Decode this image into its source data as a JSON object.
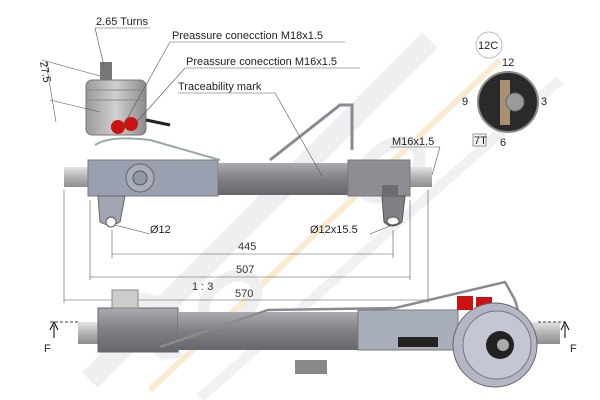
{
  "labels": {
    "turns": "2.65 Turns",
    "pinion_height": "27.5",
    "pressure_m18": "Preassure conecction M18x1.5",
    "pressure_m16": "Preassure conecction M16x1.5",
    "traceability": "Traceability mark",
    "thread": "M16x1.5",
    "hole_left": "Ø12",
    "hole_right": "Ø12x15.5",
    "scale": "1 : 3"
  },
  "dimensions": {
    "mount_centers": "445",
    "housing_length": "507",
    "overall_length": "570"
  },
  "clock_dial": {
    "top_circle": "12C",
    "pos_12": "12",
    "pos_3": "3",
    "pos_6": "6",
    "pos_9": "9",
    "box": "7T"
  },
  "section_marks": {
    "left": "F",
    "right": "F"
  },
  "watermark": "Sercore",
  "colors": {
    "port_red": "#cc1111",
    "housing": "#8a8a8e",
    "rod": "#c8c8c8",
    "watermark": "#e8e8ec",
    "watermark_accent": "#f6dcaa"
  }
}
